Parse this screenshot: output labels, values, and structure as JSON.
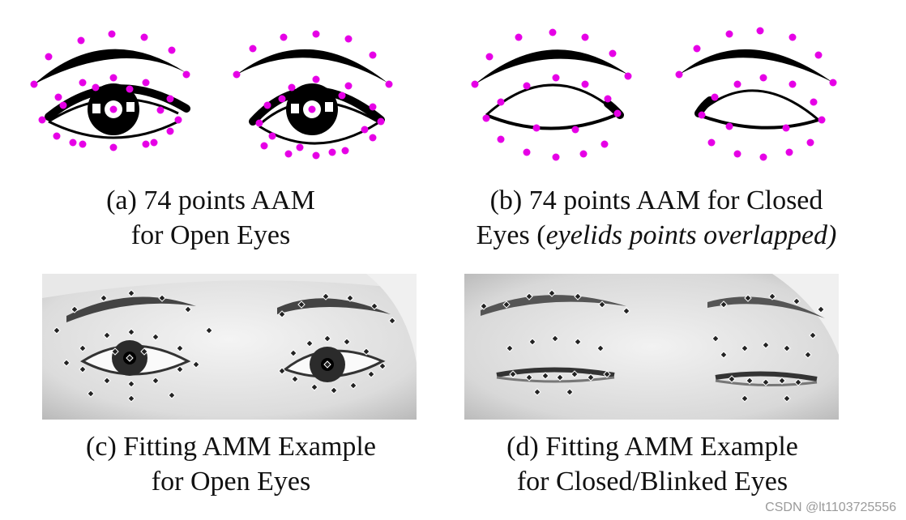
{
  "figure": {
    "panels": [
      {
        "id": "a",
        "caption_line1": "(a) 74 points AAM",
        "caption_line2": "for Open Eyes"
      },
      {
        "id": "b",
        "caption_line1": "(b) 74 points AAM for Closed",
        "caption_line2_prefix": "Eyes (",
        "caption_line2_italic": "eyelids points overlapped)"
      },
      {
        "id": "c",
        "caption_line1": "(c) Fitting AMM Example",
        "caption_line2": "for Open Eyes"
      },
      {
        "id": "d",
        "caption_line1": "(d) Fitting AMM Example",
        "caption_line2": "for Closed/Blinked Eyes"
      }
    ],
    "landmark_color": "#e600e6",
    "outline_color": "#000000"
  },
  "watermark": "CSDN @lt1103725556"
}
